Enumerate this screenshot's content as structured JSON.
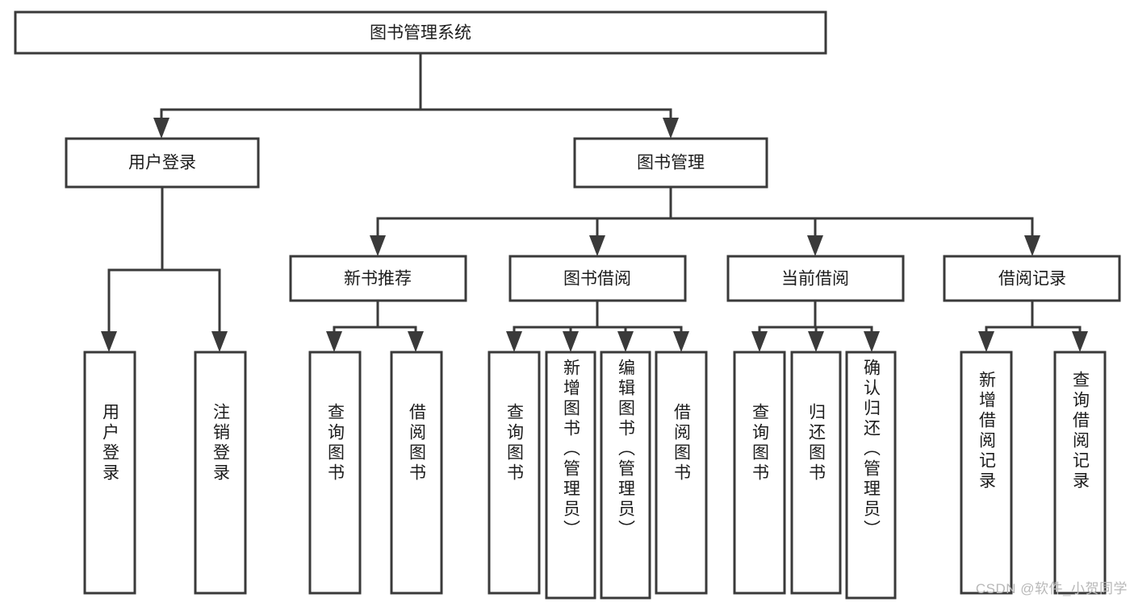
{
  "diagram": {
    "title": "图书管理系统",
    "type": "tree",
    "root": {
      "id": "root",
      "label": "图书管理系统"
    },
    "level2": [
      {
        "id": "user-login",
        "label": "用户登录"
      },
      {
        "id": "book-management",
        "label": "图书管理"
      }
    ],
    "level3": [
      {
        "id": "new-book-recommend",
        "label": "新书推荐"
      },
      {
        "id": "book-borrow",
        "label": "图书借阅"
      },
      {
        "id": "current-borrow",
        "label": "当前借阅"
      },
      {
        "id": "borrow-record",
        "label": "借阅记录"
      }
    ],
    "leaves": {
      "user_login": [
        {
          "id": "leaf-user-login",
          "label": "用户登录"
        },
        {
          "id": "leaf-logout",
          "label": "注销登录"
        }
      ],
      "new_book_recommend": [
        {
          "id": "leaf-query-book-1",
          "label": "查询图书"
        },
        {
          "id": "leaf-borrow-book-1",
          "label": "借阅图书"
        }
      ],
      "book_borrow": [
        {
          "id": "leaf-query-book-2",
          "label": "查询图书"
        },
        {
          "id": "leaf-add-book",
          "label": "新增图书（管理员）"
        },
        {
          "id": "leaf-edit-book",
          "label": "编辑图书（管理员）"
        },
        {
          "id": "leaf-borrow-book-2",
          "label": "借阅图书"
        }
      ],
      "current_borrow": [
        {
          "id": "leaf-query-book-3",
          "label": "查询图书"
        },
        {
          "id": "leaf-return-book",
          "label": "归还图书"
        },
        {
          "id": "leaf-confirm-return",
          "label": "确认归还（管理员）"
        }
      ],
      "borrow_record": [
        {
          "id": "leaf-add-record",
          "label": "新增借阅记录"
        },
        {
          "id": "leaf-query-record",
          "label": "查询借阅记录"
        }
      ]
    },
    "colors": {
      "stroke": "#3a3a3a",
      "fill": "#ffffff",
      "text": "#1c1c1c",
      "watermark": "#b8b8b8"
    }
  },
  "watermark": {
    "text": "CSDN @软件_小贺同学"
  }
}
